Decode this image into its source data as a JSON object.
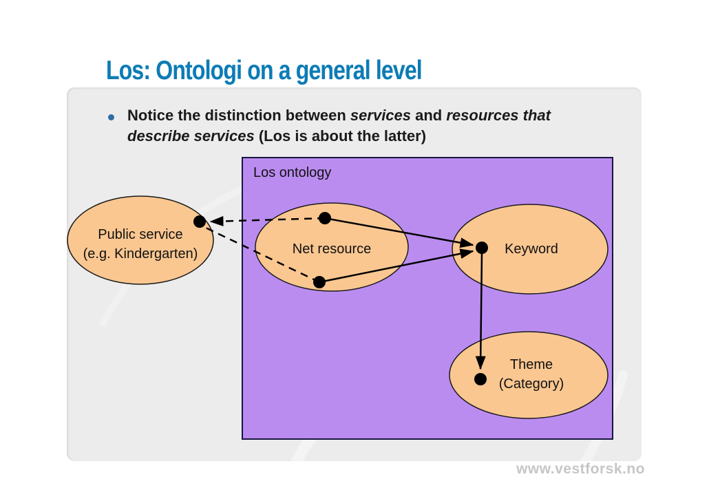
{
  "colors": {
    "title-blue": "#0C7CB5",
    "bullet-blue": "#2E6DA4",
    "panel-gray": "#ECECEC",
    "box-purple": "#BB8CF0",
    "node-orange": "#FAC791",
    "footer-gray": "#C6C6C6"
  },
  "header": {
    "title": "Los: Ontologi on a general level"
  },
  "bullet": {
    "line1": [
      {
        "t": "Notice the distinction between ",
        "i": false
      },
      {
        "t": "services",
        "i": true
      },
      {
        "t": " and ",
        "i": false
      },
      {
        "t": "resources that",
        "i": true
      }
    ],
    "line2": [
      {
        "t": "describe services",
        "i": true
      },
      {
        "t": " (Los is about the latter)",
        "i": false
      }
    ]
  },
  "diagram": {
    "box_label": "Los ontology",
    "nodes": {
      "public_service": {
        "line1": "Public service",
        "line2": "(e.g. Kindergarten)"
      },
      "net_resource": {
        "label": "Net resource"
      },
      "keyword": {
        "label": "Keyword"
      },
      "theme": {
        "line1": "Theme",
        "line2": "(Category)"
      }
    }
  },
  "footer": {
    "url": "www.vestforsk.no"
  }
}
